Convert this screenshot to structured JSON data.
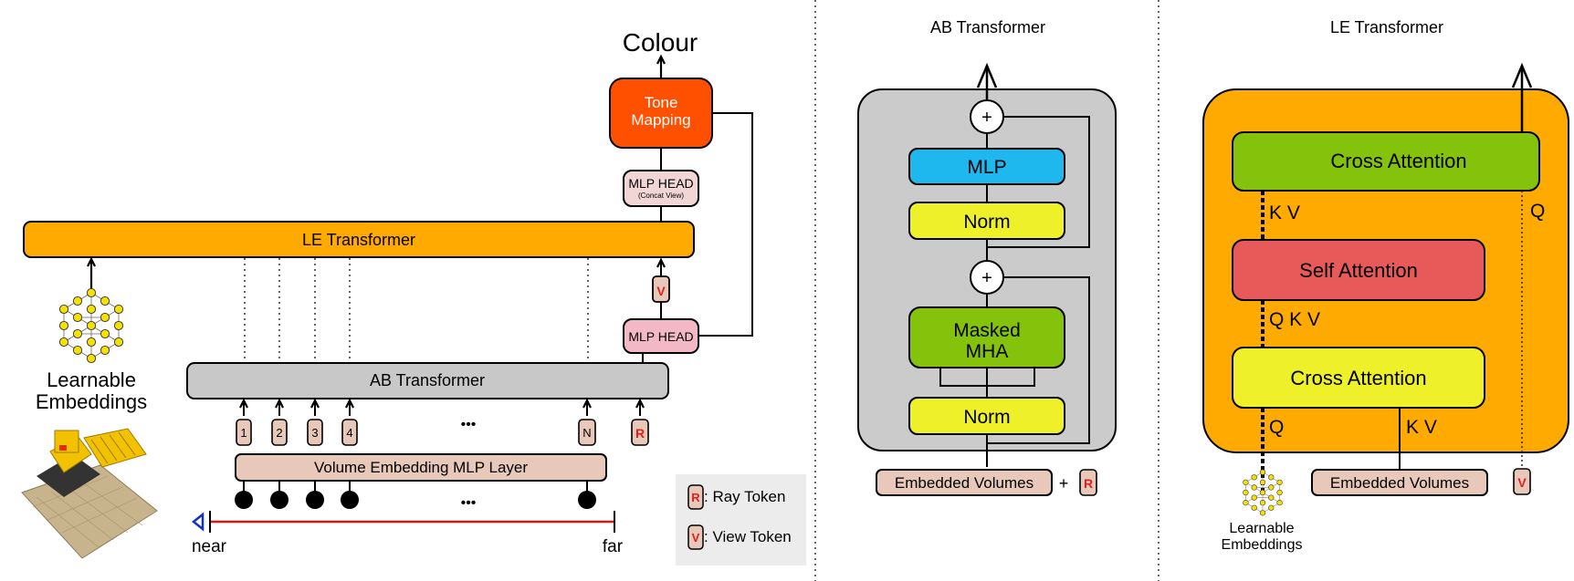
{
  "colors": {
    "orange": "#FFAA00",
    "tone_mapping": "#FF5000",
    "gray_box": "#C8C8C8",
    "pink_box": "#E8C8B8",
    "pink_head": "#F2B8C6",
    "cyan": "#1EB8EE",
    "yellow": "#EEF02A",
    "green": "#84C20C",
    "red_block": "#E85A5A",
    "token_red": "#E02020",
    "ray_line": "#D81818",
    "near_marker": "#1030D0"
  },
  "left": {
    "colour_label": "Colour",
    "tone_mapping": [
      "Tone",
      "Mapping"
    ],
    "mlp_head_concat": "MLP HEAD",
    "mlp_head_concat_sub": "(Concat View)",
    "le_transformer": "LE Transformer",
    "mlp_head": "MLP HEAD",
    "view_token": "V",
    "learnable_embeddings": [
      "Learnable",
      "Embeddings"
    ],
    "ab_transformer": "AB Transformer",
    "volume_tokens": [
      "1",
      "2",
      "3",
      "4",
      "N"
    ],
    "ray_token": "R",
    "ellipsis": "•••",
    "volume_embedding_mlp": "Volume Embedding MLP Layer",
    "near": "near",
    "far": "far",
    "legend": [
      {
        "token": "R",
        "label": ": Ray Token"
      },
      {
        "token": "V",
        "label": ": View Token"
      }
    ],
    "scene_image": "bulldozer-render"
  },
  "middle": {
    "title": "AB Transformer",
    "plus": "+",
    "mlp": "MLP",
    "norm": "Norm",
    "masked_mha": [
      "Masked",
      "MHA"
    ],
    "embedded_volumes": "Embedded Volumes",
    "plus_sign": "+",
    "ray_token": "R"
  },
  "right": {
    "title": "LE Transformer",
    "cross_attention_top": "Cross Attention",
    "self_attention": "Self Attention",
    "cross_attention_bottom": "Cross Attention",
    "kv_top": "K V",
    "q_right": "Q",
    "qkv": "Q K V",
    "q_bottom": "Q",
    "kv_bottom": "K V",
    "learnable_embeddings": [
      "Learnable",
      "Embeddings"
    ],
    "embedded_volumes": "Embedded Volumes",
    "view_token": "V"
  }
}
